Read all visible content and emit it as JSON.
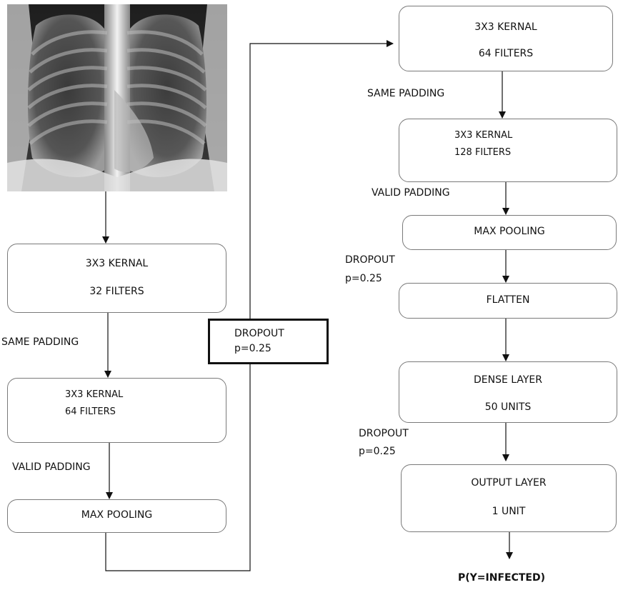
{
  "left_column": {
    "box1": {
      "line1": "3X3 KERNAL",
      "line2": "32 FILTERS"
    },
    "same_padding": "SAME PADDING",
    "box2": {
      "line1": "3X3 KERNAL",
      "line2": "64 FILTERS"
    },
    "valid_padding": "VALID PADDING",
    "box3": {
      "label": "MAX POOLING"
    }
  },
  "dropout_box": {
    "line1": "DROPOUT",
    "line2": "p=0.25"
  },
  "right_column": {
    "box1": {
      "line1": "3X3 KERNAL",
      "line2": "64 FILTERS"
    },
    "same_padding": "SAME PADDING",
    "box2": {
      "line1": "3X3 KERNAL",
      "line2": "128 FILTERS"
    },
    "valid_padding": "VALID PADDING",
    "box3": {
      "label": "MAX POOLING"
    },
    "dropout1": {
      "line1": "DROPOUT",
      "line2": "p=0.25"
    },
    "box4": {
      "label": "FLATTEN"
    },
    "box5": {
      "line1": "DENSE LAYER",
      "line2": "50 UNITS"
    },
    "dropout2": {
      "line1": "DROPOUT",
      "line2": "p=0.25"
    },
    "box6": {
      "line1": "OUTPUT LAYER",
      "line2": "1 UNIT"
    },
    "final_output": "P(Y=INFECTED)"
  }
}
